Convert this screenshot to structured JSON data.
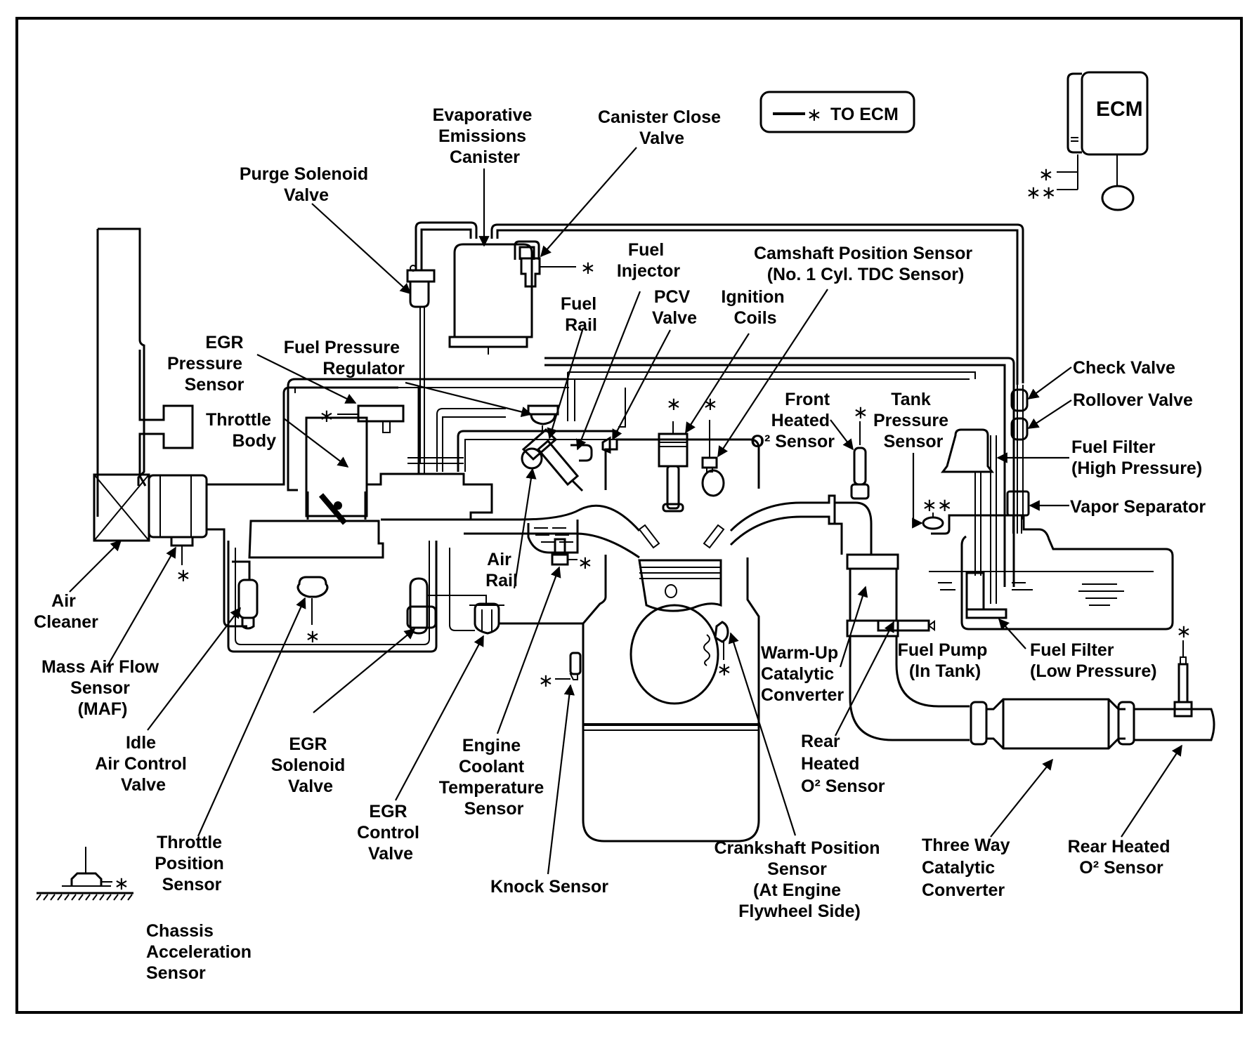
{
  "diagram": {
    "title": "Engine Emission Control System Component Locations",
    "legend": {
      "symbol": "—∗",
      "text": "TO ECM"
    },
    "ecm": {
      "label": "ECM",
      "connector_marks": [
        "∗",
        "∗∗"
      ]
    },
    "asterisk": "∗",
    "double_asterisk": "∗∗",
    "labels": {
      "evap_canister": [
        "Evaporative",
        "Emissions",
        "Canister"
      ],
      "canister_close_valve": [
        "Canister  Close",
        "Valve"
      ],
      "purge_solenoid": [
        "Purge Solenoid",
        "Valve"
      ],
      "fuel_injector": [
        "Fuel",
        "Injector"
      ],
      "camshaft_sensor": [
        "Camshaft Position Sensor",
        "(No. 1 Cyl. TDC Sensor)"
      ],
      "fuel_rail": [
        "Fuel",
        "Rail"
      ],
      "pcv_valve": [
        "PCV",
        "Valve"
      ],
      "ignition_coils": [
        "Ignition",
        "Coils"
      ],
      "egr_pressure_sensor": [
        "EGR",
        "Pressure",
        "Sensor"
      ],
      "fuel_pressure_regulator": [
        "Fuel Pressure",
        "Regulator"
      ],
      "throttle_body": [
        "Throttle",
        "Body"
      ],
      "check_valve": [
        "Check Valve"
      ],
      "rollover_valve": [
        "Rollover Valve"
      ],
      "front_o2": [
        "Front",
        "Heated",
        "O² Sensor"
      ],
      "tank_pressure_sensor": [
        "Tank",
        "Pressure",
        "Sensor"
      ],
      "fuel_filter_high": [
        "Fuel Filter",
        "(High Pressure)"
      ],
      "vapor_separator": [
        "Vapor Separator"
      ],
      "air_rail": [
        "Air",
        "Rail"
      ],
      "air_cleaner": [
        "Air",
        "Cleaner"
      ],
      "maf": [
        "Mass Air Flow",
        "Sensor",
        "(MAF)"
      ],
      "iac": [
        "Idle",
        "Air Control",
        "Valve"
      ],
      "egr_solenoid": [
        "EGR",
        "Solenoid",
        "Valve"
      ],
      "tps": [
        "Throttle",
        "Position",
        "Sensor"
      ],
      "egr_control": [
        "EGR",
        "Control",
        "Valve"
      ],
      "ect": [
        "Engine",
        "Coolant",
        "Temperature",
        "Sensor"
      ],
      "knock_sensor": [
        "Knock Sensor"
      ],
      "warmup_cat": [
        "Warm-Up",
        "Catalytic",
        "Converter"
      ],
      "fuel_pump": [
        "Fuel Pump",
        "(In Tank)"
      ],
      "fuel_filter_low": [
        "Fuel Filter",
        "(Low Pressure)"
      ],
      "rear_o2_left": [
        "Rear",
        "Heated",
        "O² Sensor"
      ],
      "crankshaft_sensor": [
        "Crankshaft Position",
        "Sensor",
        "(At Engine",
        "Flywheel Side)"
      ],
      "three_way_cat": [
        "Three Way",
        "Catalytic",
        "Converter"
      ],
      "rear_o2_right": [
        "Rear Heated",
        "O² Sensor"
      ],
      "chassis_accel": [
        "Chassis",
        "Acceleration",
        "Sensor"
      ]
    }
  }
}
